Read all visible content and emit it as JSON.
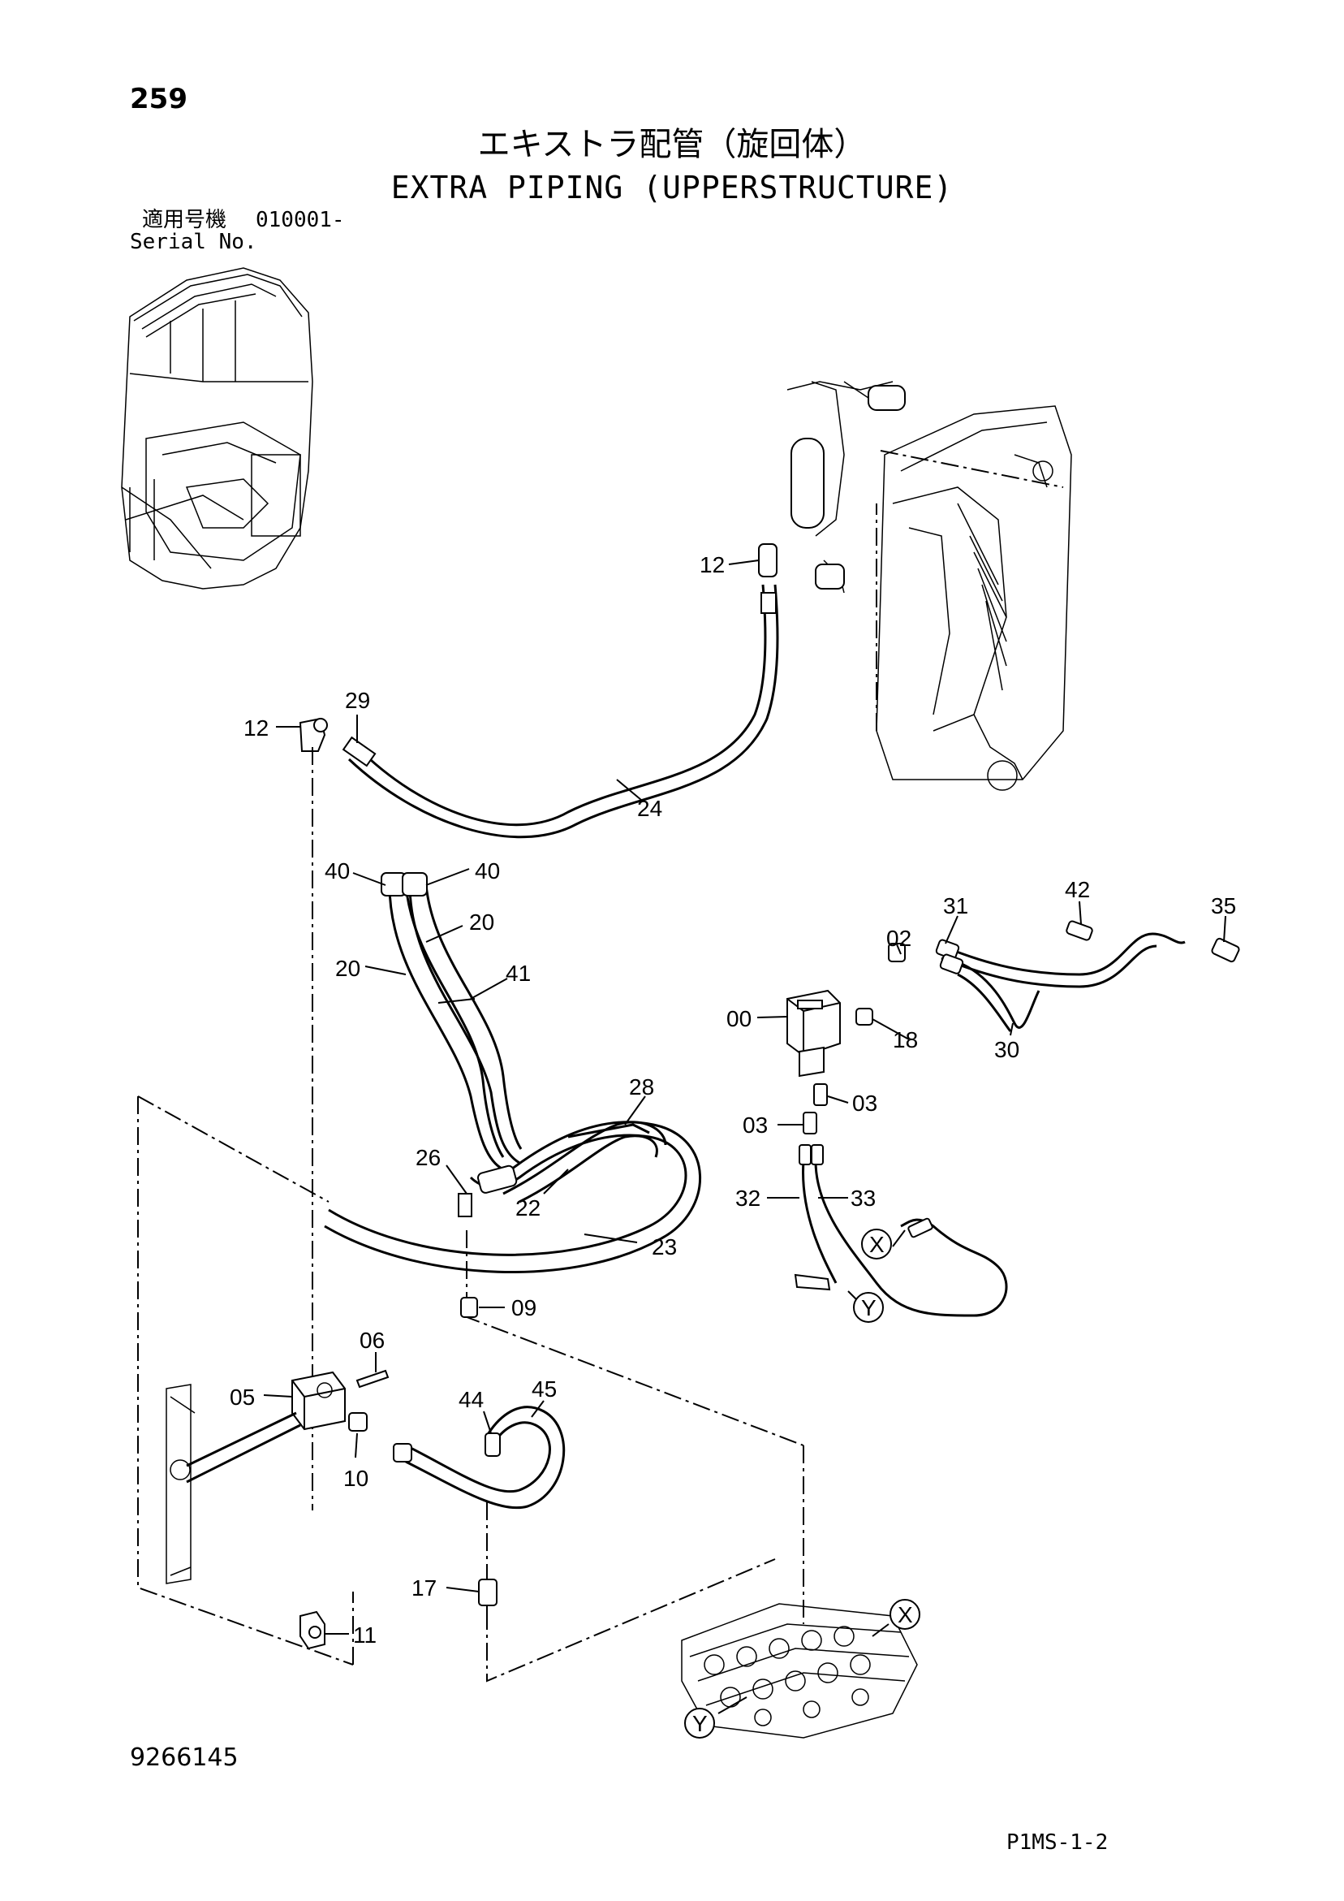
{
  "header": {
    "page_number": "259",
    "title_jp": "エキストラ配管（旋回体）",
    "title_en": "EXTRA PIPING (UPPERSTRUCTURE)",
    "serial_label_jp": "適用号機",
    "serial_range": "010001-",
    "serial_label_en": "Serial No."
  },
  "footer": {
    "drawing_number": "9266145",
    "sheet_code": "P1MS-1-2"
  },
  "callouts": [
    {
      "id": "c-12a",
      "text": "12"
    },
    {
      "id": "c-12b",
      "text": "12"
    },
    {
      "id": "c-29",
      "text": "29"
    },
    {
      "id": "c-24",
      "text": "24"
    },
    {
      "id": "c-40a",
      "text": "40"
    },
    {
      "id": "c-40b",
      "text": "40"
    },
    {
      "id": "c-20a",
      "text": "20"
    },
    {
      "id": "c-20b",
      "text": "20"
    },
    {
      "id": "c-41",
      "text": "41"
    },
    {
      "id": "c-28",
      "text": "28"
    },
    {
      "id": "c-26",
      "text": "26"
    },
    {
      "id": "c-22",
      "text": "22"
    },
    {
      "id": "c-23",
      "text": "23"
    },
    {
      "id": "c-09",
      "text": "09"
    },
    {
      "id": "c-06",
      "text": "06"
    },
    {
      "id": "c-05",
      "text": "05"
    },
    {
      "id": "c-10",
      "text": "10"
    },
    {
      "id": "c-44",
      "text": "44"
    },
    {
      "id": "c-45",
      "text": "45"
    },
    {
      "id": "c-17",
      "text": "17"
    },
    {
      "id": "c-11",
      "text": "11"
    },
    {
      "id": "c-31",
      "text": "31"
    },
    {
      "id": "c-42",
      "text": "42"
    },
    {
      "id": "c-35",
      "text": "35"
    },
    {
      "id": "c-02",
      "text": "02"
    },
    {
      "id": "c-00",
      "text": "00"
    },
    {
      "id": "c-18",
      "text": "18"
    },
    {
      "id": "c-30",
      "text": "30"
    },
    {
      "id": "c-03a",
      "text": "03"
    },
    {
      "id": "c-03b",
      "text": "03"
    },
    {
      "id": "c-32",
      "text": "32"
    },
    {
      "id": "c-33",
      "text": "33"
    }
  ],
  "connection_marks": [
    {
      "id": "m-x1",
      "text": "X"
    },
    {
      "id": "m-y1",
      "text": "Y"
    },
    {
      "id": "m-x2",
      "text": "X"
    },
    {
      "id": "m-y2",
      "text": "Y"
    }
  ]
}
